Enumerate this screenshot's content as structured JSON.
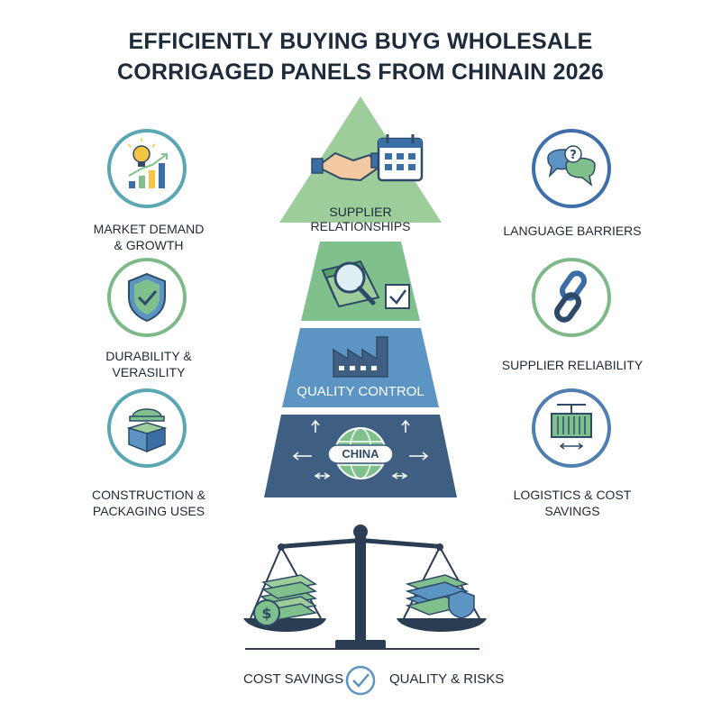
{
  "title": {
    "line1": "EFFICIENTLY BUYING BUYG WHOLESALE",
    "line2": "CORRIGAGED PANELS FROM CHINAIN 2026"
  },
  "left_factors": [
    {
      "line1": "MARKET DEMAND",
      "line2": "& GROWTH",
      "icon": "lightbulb-chart-icon",
      "color": "#5aa6b3"
    },
    {
      "line1": "DURABILITY &",
      "line2": "VERASILITY",
      "icon": "shield-check-icon",
      "color": "#7fb98a"
    },
    {
      "line1": "CONSTRUCTION &",
      "line2": "PACKAGING USES",
      "icon": "hardhat-box-icon",
      "color": "#5aa6b3"
    }
  ],
  "right_factors": [
    {
      "line1": "LANGUAGE BARRIERS",
      "icon": "speech-bubbles-icon",
      "color": "#3f6fa8"
    },
    {
      "line1": "SUPPLIER RELIABILITY",
      "icon": "chain-link-icon",
      "color": "#7fb98a"
    },
    {
      "line1": "LOGISTICS & COST",
      "line2": "SAVINGS",
      "icon": "shipping-container-icon",
      "color": "#4f7fae"
    }
  ],
  "pyramid": [
    {
      "line1": "SUPPLIER",
      "line2": "RELATIONSHIPS",
      "icon": "handshake-calendar-icon",
      "color": "#9ccd9a"
    },
    {
      "label": "",
      "icon": "magnifier-documents-icon",
      "color": "#7fc08c"
    },
    {
      "label": "QUALITY CONTROL",
      "icon": "factory-icon",
      "color": "#5c94c4"
    },
    {
      "label": "CHINA",
      "icon": "globe-arrows-icon",
      "color": "#3e5f82"
    }
  ],
  "scale": {
    "left_label": "COST SAVINGS",
    "right_label": "QUALITY & RISKS",
    "left_icon": "money-stack-icon",
    "right_icon": "panels-shield-icon",
    "center_icon": "check-circle-icon"
  },
  "colors": {
    "navy": "#2e4a68",
    "green": "#7fc08c",
    "blue": "#5c94c4",
    "teal": "#5aa6b3"
  }
}
